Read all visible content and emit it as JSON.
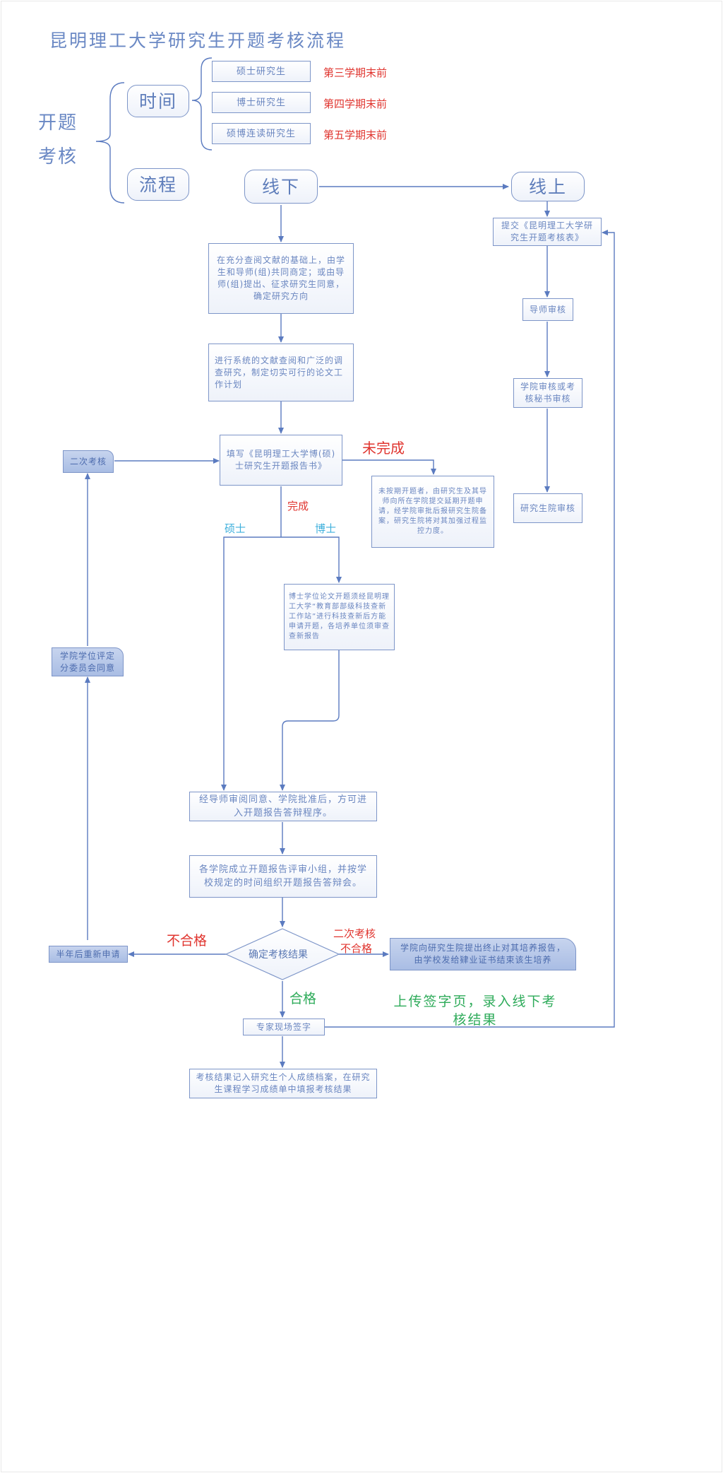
{
  "title": "昆明理工大学研究生开题考核流程",
  "left_title": "开题考核",
  "time": {
    "label": "时间",
    "rows": [
      {
        "type": "硕士研究生",
        "deadline": "第三学期末前"
      },
      {
        "type": "博士研究生",
        "deadline": "第四学期末前"
      },
      {
        "type": "硕博连读研究生",
        "deadline": "第五学期末前"
      }
    ]
  },
  "process_label": "流程",
  "offline": "线下",
  "online": "线上",
  "online_steps": {
    "submit": "提交《昆明理工大学研究生开题考核表》",
    "advisor": "导师审核",
    "college": "学院审核或考核秘书审核",
    "graduate_school": "研究生院审核"
  },
  "steps": {
    "topic": "在充分查阅文献的基础上，由学生和导师(组)共同商定；或由导师(组)提出、征求研究生同意，确定研究方向",
    "plan": "进行系统的文献查阅和广泛的调查研究，制定切实可行的论文工作计划",
    "report": "填写《昆明理工大学博(硕)士研究生开题报告书》",
    "incomplete_note": "未按期开题者，由研究生及其导师向所在学院提交延期开题申请，经学院审批后报研究生院备案，研究生院将对其加强过程监控力度。",
    "phd_check": "博士学位论文开题须经昆明理工大学“教育部部级科技查新工作站”进行科技查新后方能申请开题，各培养单位须审查查新报告",
    "approve": "经导师审阅同意、学院批准后，方可进入开题报告答辩程序。",
    "defense": "各学院成立开题报告评审小组，并按学校规定的时间组织开题报告答辩会。",
    "decision": "确定考核结果",
    "sign": "专家现场签字",
    "record": "考核结果记入研究生个人成绩档案，在研究生课程学习成绩单中填报考核结果",
    "terminate": "学院向研究生院提出终止对其培养报告，由学校发给肄业证书结束该生培养",
    "reapply": "半年后重新申请",
    "committee": "学院学位评定分委员会同意",
    "second_review": "二次考核"
  },
  "labels": {
    "incomplete": "未完成",
    "complete": "完成",
    "master": "硕士",
    "doctor": "博士",
    "fail": "不合格",
    "second_fail_1": "二次考核",
    "second_fail_2": "不合格",
    "pass": "合格",
    "upload": "上传签字页，录入线下考核结果"
  },
  "colors": {
    "line": "#5b7bc0",
    "node_border": "#7d95c8",
    "red": "#e0352f",
    "green": "#2eab5a",
    "cyan": "#3fb0dc"
  }
}
